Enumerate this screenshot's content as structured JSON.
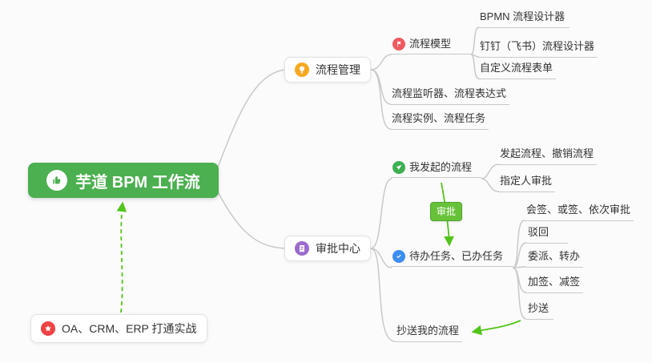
{
  "root": {
    "label": "芋道 BPM 工作流"
  },
  "practice": {
    "label": "OA、CRM、ERP 打通实战"
  },
  "relationship": {
    "approve_label": "审批"
  },
  "process": {
    "label": "流程管理",
    "model": {
      "label": "流程模型",
      "bpmn": "BPMN 流程设计器",
      "dingtalk": "钉钉（飞书）流程设计器",
      "custom_form": "自定义流程表单"
    },
    "listener": "流程监听器、流程表达式",
    "instance": "流程实例、流程任务"
  },
  "approval": {
    "label": "审批中心",
    "my_initiated": {
      "label": "我发起的流程",
      "initiate": "发起流程、撤销流程",
      "assignee": "指定人审批"
    },
    "todo": {
      "label": "待办任务、已办任务",
      "countersign": "会签、或签、依次审批",
      "reject": "驳回",
      "delegate": "委派、转办",
      "sign": "加签、减签",
      "cc": "抄送"
    },
    "cc_my": "抄送我的流程"
  },
  "icons": {
    "root": "thumbs-up-icon",
    "process": "lightbulb-icon",
    "model": "flag-icon",
    "approval": "clipboard-icon",
    "my_initiated": "paper-plane-icon",
    "todo": "check-icon",
    "practice": "star-icon"
  },
  "colors": {
    "root_bg": "#4caf50",
    "connector": "#c9c9c9",
    "relation_arrow": "#52c41a",
    "badge_bg": "#67c23a",
    "icon_bulb": "#f7a823",
    "icon_model": "#f2595f",
    "icon_clipboard": "#9b6bcc",
    "icon_plane": "#3db050",
    "icon_check": "#3d8ef0",
    "icon_star": "#f04143"
  }
}
